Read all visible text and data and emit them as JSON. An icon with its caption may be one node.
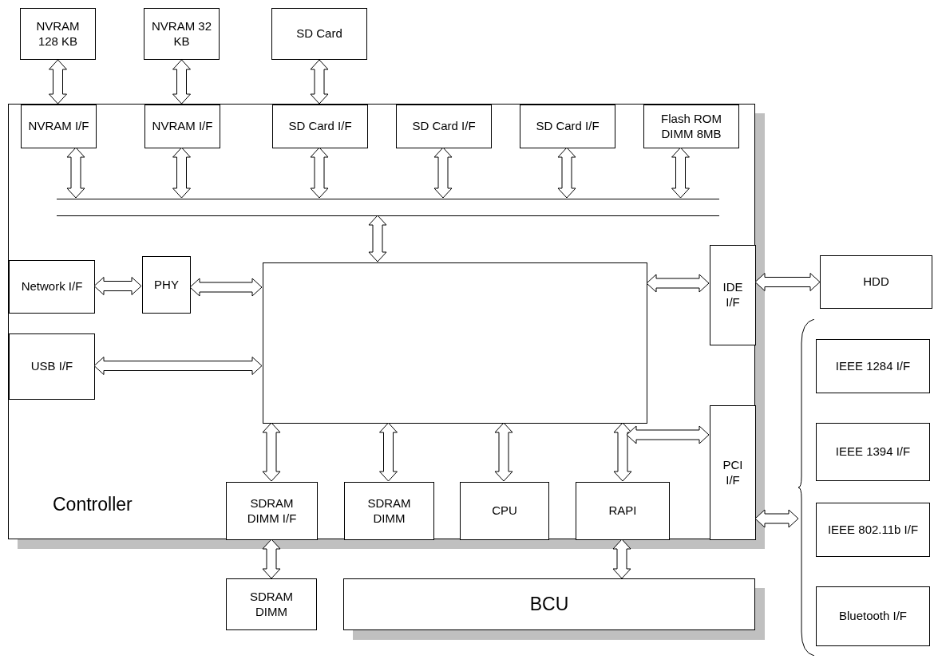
{
  "diagram": {
    "nodes": [
      {
        "text": [
          "NVRAM 128 KB"
        ]
      },
      {
        "text": [
          "NVRAM 32 KB"
        ]
      },
      {
        "text": [
          "SD Card"
        ]
      },
      {
        "text": [
          "Controller"
        ]
      },
      {
        "text": [
          "NVRAM I/F"
        ],
        "in": 3
      },
      {
        "text": [
          "NVRAM I/F"
        ],
        "in": 3
      },
      {
        "text": [
          "SD Card I/F"
        ],
        "in": 3
      },
      {
        "text": [
          "SD Card I/F"
        ],
        "in": 3
      },
      {
        "text": [
          "SD Card I/F"
        ],
        "in": 3
      },
      {
        "text": [
          "Flash ROM DIMM 8MB"
        ],
        "in": 3
      },
      {
        "text": [],
        "shape": "bar",
        "in": 3
      },
      {
        "text": [
          "Network I/F"
        ],
        "in": 3
      },
      {
        "text": [
          "PHY"
        ],
        "in": 3
      },
      {
        "text": [],
        "shape": "box",
        "in": 3
      },
      {
        "text": [
          "IDE I/F"
        ],
        "in": 3
      },
      {
        "text": [
          "HDD"
        ]
      },
      {
        "text": [
          "USB I/F"
        ],
        "in": 3
      },
      {
        "text": [
          "PCI I/F"
        ],
        "in": 3
      },
      {
        "text": [
          "SDRAM DIMM I/F"
        ],
        "in": 3
      },
      {
        "text": [
          "SDRAM DIMM"
        ],
        "in": 3
      },
      {
        "text": [
          "CPU"
        ],
        "in": 3
      },
      {
        "text": [
          "RAPI"
        ],
        "in": 3
      },
      {
        "text": [
          "SDRAM DIMM"
        ]
      },
      {
        "text": [
          "BCU"
        ]
      },
      {
        "text": [],
        "shape": "brace"
      },
      {
        "text": [
          "IEEE 1284 I/F"
        ]
      },
      {
        "text": [
          "IEEE 1394 I/F"
        ]
      },
      {
        "text": [
          "IEEE 802.11b I/F"
        ]
      },
      {
        "text": [
          "Bluetooth I/F"
        ]
      }
    ],
    "edges": [
      {
        "from": 0,
        "to": 4,
        "arrow": "both"
      },
      {
        "from": 1,
        "to": 5,
        "arrow": "both"
      },
      {
        "from": 2,
        "to": 6,
        "arrow": "both"
      },
      {
        "from": 4,
        "to": 10,
        "arrow": "both"
      },
      {
        "from": 5,
        "to": 10,
        "arrow": "both"
      },
      {
        "from": 6,
        "to": 10,
        "arrow": "both"
      },
      {
        "from": 7,
        "to": 10,
        "arrow": "both"
      },
      {
        "from": 8,
        "to": 10,
        "arrow": "both"
      },
      {
        "from": 9,
        "to": 10,
        "arrow": "both"
      },
      {
        "from": 10,
        "to": 13,
        "arrow": "both"
      },
      {
        "from": 11,
        "to": 12,
        "arrow": "both"
      },
      {
        "from": 12,
        "to": 13,
        "arrow": "both"
      },
      {
        "from": 16,
        "to": 13,
        "arrow": "both"
      },
      {
        "from": 13,
        "to": 14,
        "arrow": "both"
      },
      {
        "from": 14,
        "to": 15,
        "arrow": "both"
      },
      {
        "from": 13,
        "to": 18,
        "arrow": "both"
      },
      {
        "from": 13,
        "to": 19,
        "arrow": "both"
      },
      {
        "from": 13,
        "to": 20,
        "arrow": "both"
      },
      {
        "from": 13,
        "to": 21,
        "arrow": "both"
      },
      {
        "from": null,
        "to": 17,
        "arrow": "both"
      },
      {
        "from": 18,
        "to": 22,
        "arrow": "both"
      },
      {
        "from": 21,
        "to": 23,
        "arrow": "both"
      },
      {
        "from": 17,
        "to": 24,
        "arrow": "both"
      }
    ]
  }
}
